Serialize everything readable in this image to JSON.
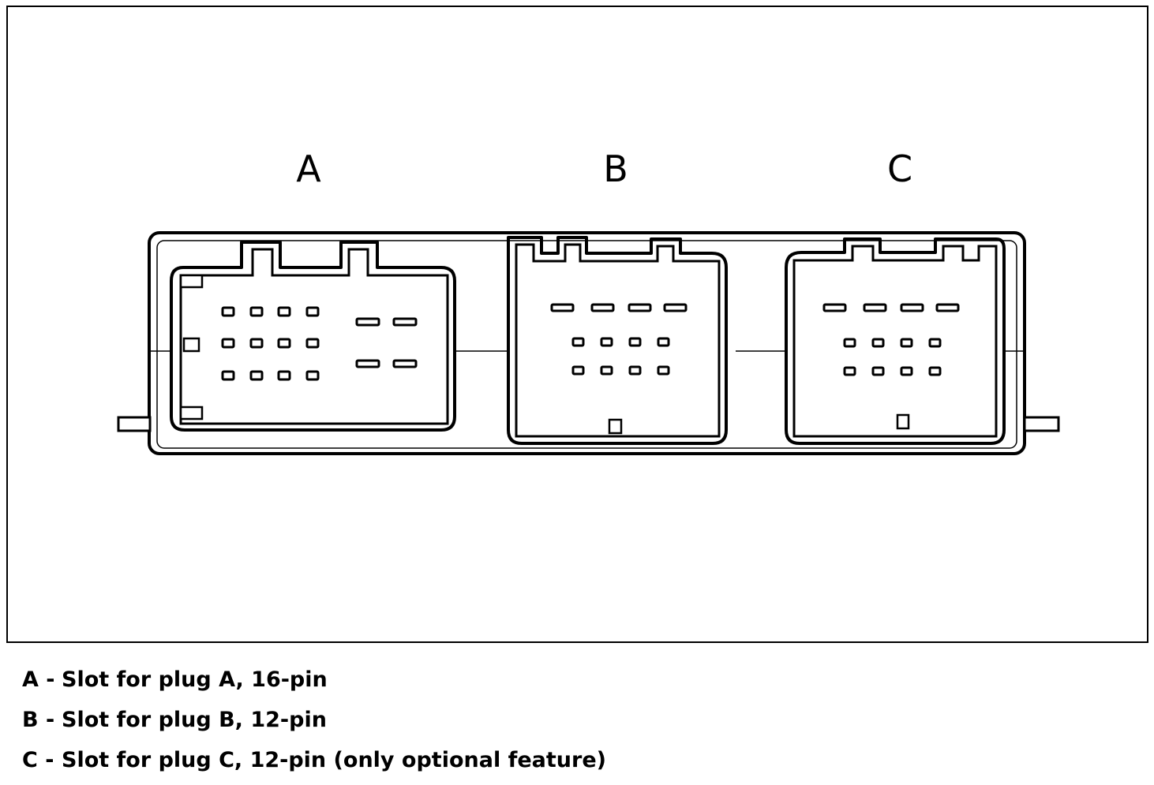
{
  "slots": {
    "a": {
      "letter": "A",
      "pin_count": 16
    },
    "b": {
      "letter": "B",
      "pin_count": 12
    },
    "c": {
      "letter": "C",
      "pin_count": 12
    }
  },
  "legend": [
    {
      "key": "A -",
      "text": "Slot for plug A, 16-pin"
    },
    {
      "key": "B -",
      "text": "Slot for plug B, 12-pin"
    },
    {
      "key": "C -",
      "text": "Slot for plug C, 12-pin (only optional feature)"
    }
  ],
  "colors": {
    "line": "#000000",
    "background": "#ffffff"
  }
}
